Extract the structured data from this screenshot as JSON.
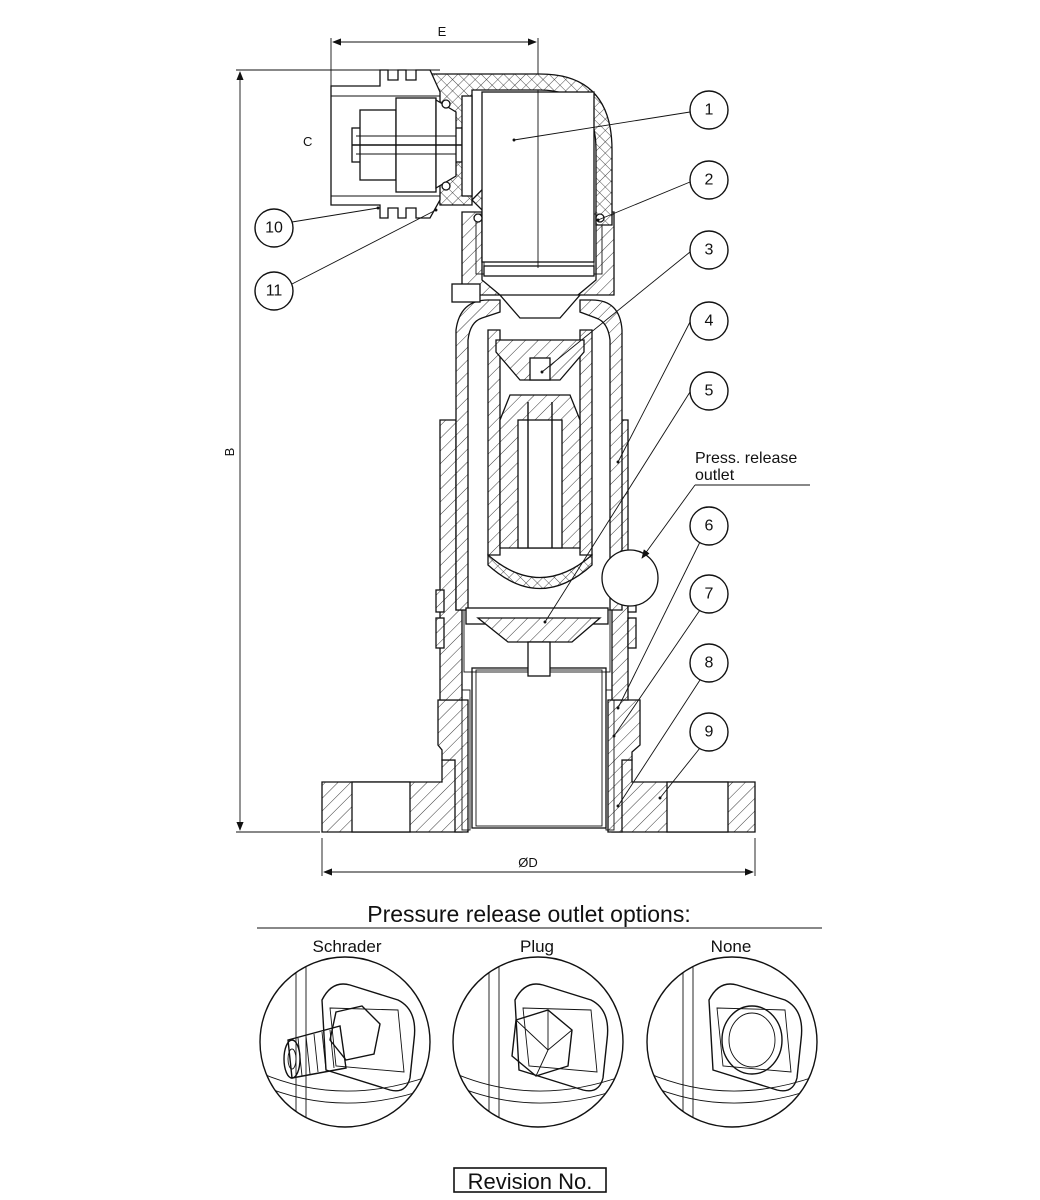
{
  "dimensions": {
    "width_label": "E",
    "height_label": "B",
    "side_label": "C",
    "diameter_label": "ØD"
  },
  "balloons": [
    "1",
    "2",
    "3",
    "4",
    "5",
    "6",
    "7",
    "8",
    "9",
    "10",
    "11"
  ],
  "callout": {
    "line1": "Press. release",
    "line2": "outlet"
  },
  "options": {
    "title": "Pressure release outlet options:",
    "items": [
      {
        "label": "Schrader"
      },
      {
        "label": "Plug"
      },
      {
        "label": "None"
      }
    ]
  },
  "footer": {
    "revision_label": "Revision No."
  }
}
